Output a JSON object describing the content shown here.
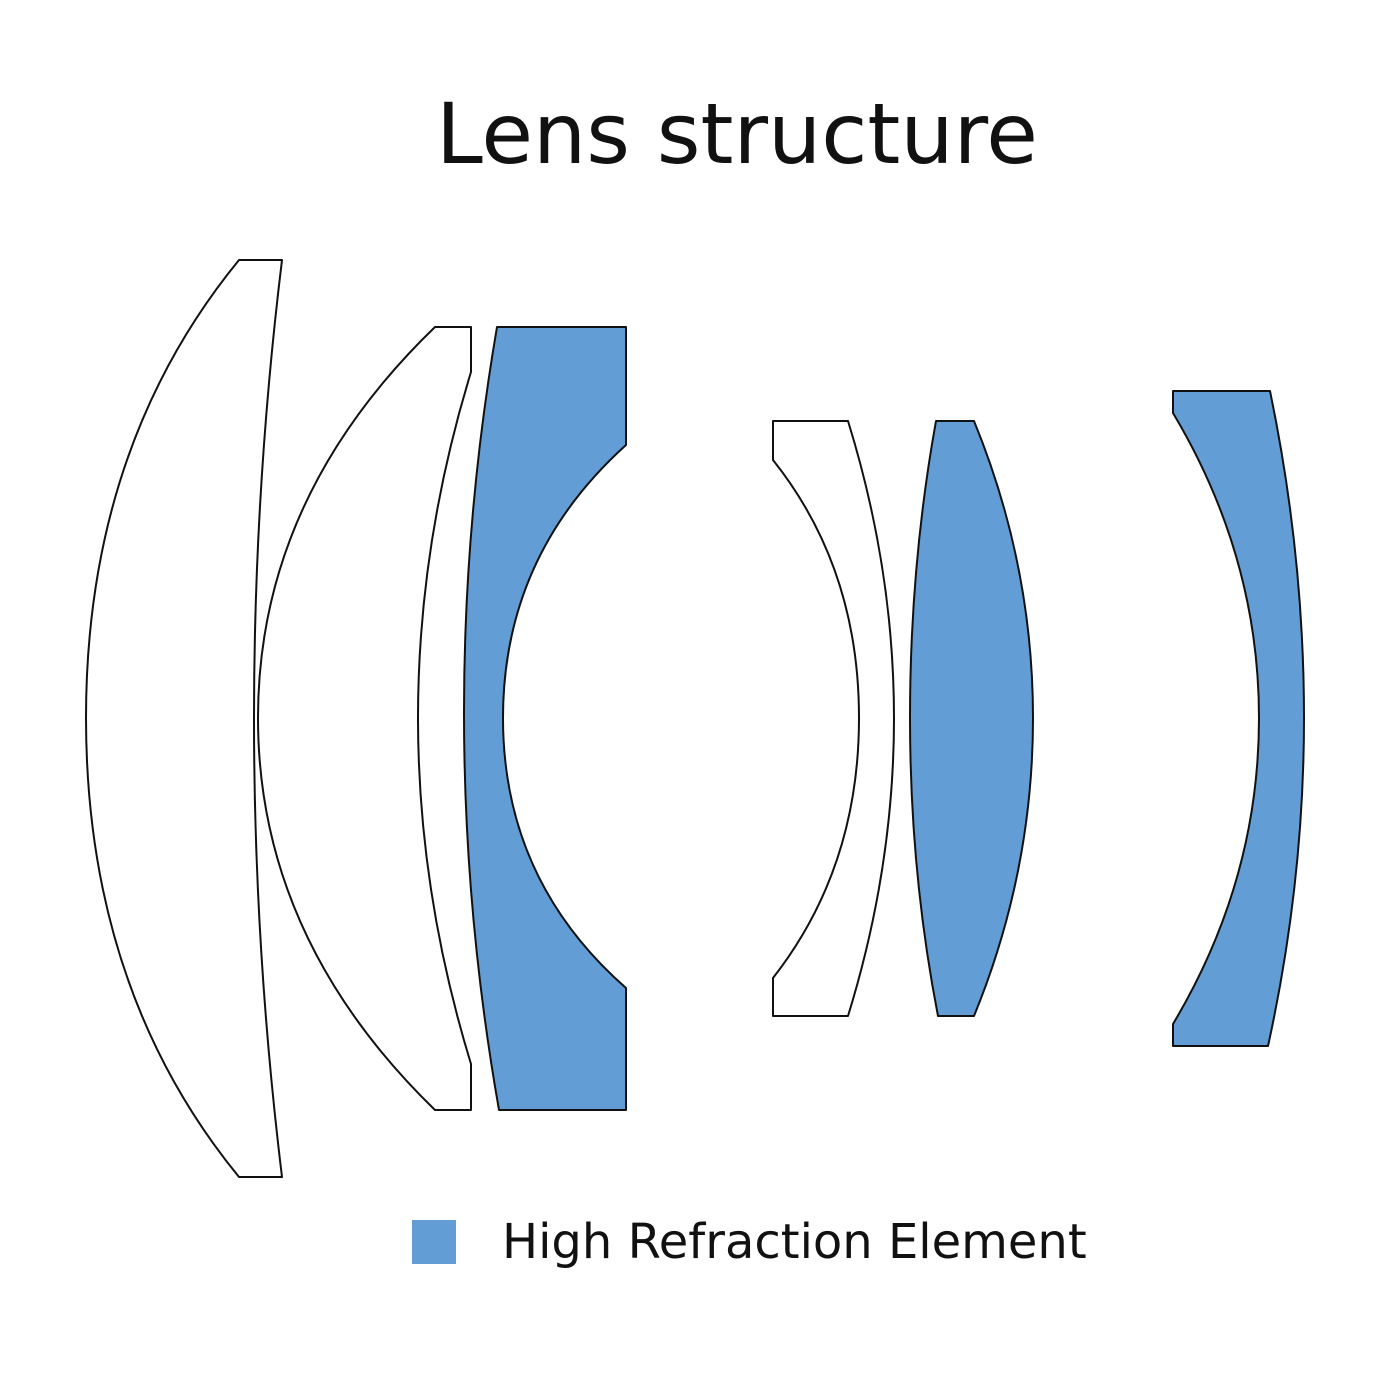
{
  "title": "Lens structure",
  "colors": {
    "high_refraction": "#629ED5",
    "standard": "#FFFFFF",
    "outline": "#111111"
  },
  "lens_elements": [
    {
      "id": "element-1",
      "high_refraction": false
    },
    {
      "id": "element-2",
      "high_refraction": false
    },
    {
      "id": "element-3",
      "high_refraction": true
    },
    {
      "id": "element-4",
      "high_refraction": false
    },
    {
      "id": "element-5",
      "high_refraction": true
    },
    {
      "id": "element-6",
      "high_refraction": true
    }
  ],
  "legend": {
    "label": "High Refraction Element",
    "swatch_color": "#629ED5"
  }
}
